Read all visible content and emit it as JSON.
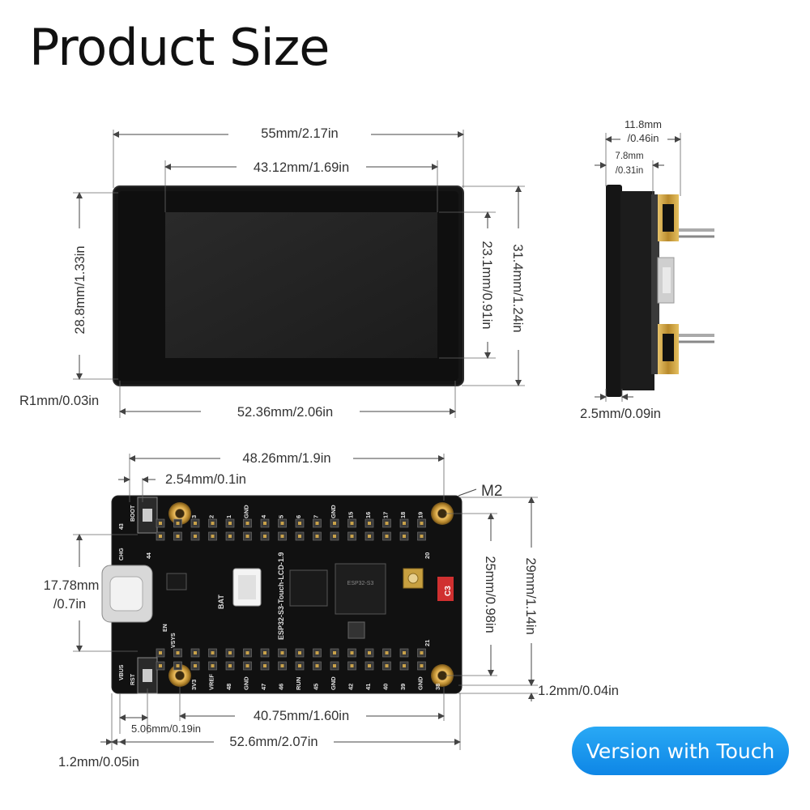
{
  "title": "Product Size",
  "badge": "Version with Touch",
  "colors": {
    "badge": "#1a96ec",
    "pcb": "#111111",
    "gold": "#c8a040",
    "screen": "#202020"
  },
  "front_view": {
    "overall_width": "55mm/2.17in",
    "display_width": "43.12mm/1.69in",
    "display_height": "23.1mm/0.91in",
    "overall_height": "31.4mm/1.24in",
    "inner_height": "28.8mm/1.33in",
    "corner_radius": "R1mm/0.03in",
    "bottom_width": "52.36mm/2.06in"
  },
  "side_view": {
    "total_depth": [
      "11.8mm",
      "/0.46in"
    ],
    "board_depth": [
      "7.8mm",
      "/0.31in"
    ],
    "glass_thickness": "2.5mm/0.09in"
  },
  "back_view": {
    "pin_span": "48.26mm/1.9in",
    "pin_pitch": "2.54mm/0.1in",
    "hole_size": "M2",
    "header_spacing": [
      "17.78mm",
      "/0.7in"
    ],
    "hole_spacing_v": "25mm/0.98in",
    "board_height": "29mm/1.14in",
    "bottom_margin": "1.2mm/0.04in",
    "hole_spacing_h": "40.75mm/1.60in",
    "left_offset": "5.06mm/0.19in",
    "board_width": "52.6mm/2.07in",
    "left_margin": "1.2mm/0.05in",
    "silkscreen": {
      "board_name": "ESP32-S3-Touch-LCD-1.9",
      "top_pins": [
        "3",
        "2",
        "1",
        "GND",
        "4",
        "5",
        "6",
        "7",
        "GND",
        "15",
        "16",
        "17",
        "18",
        "19"
      ],
      "top_pins_right": "20",
      "bottom_pins": [
        "3V3",
        "VREF",
        "48",
        "GND",
        "47",
        "46",
        "RUN",
        "45",
        "GND",
        "42",
        "41",
        "40",
        "39",
        "GND",
        "38"
      ],
      "bottom_pins_right": "21",
      "left_labels": [
        "43",
        "44",
        "CHG",
        "BOOT",
        "VSYS",
        "EN",
        "VBUS",
        "RST"
      ],
      "bat": "BAT",
      "c3": "C3"
    }
  }
}
